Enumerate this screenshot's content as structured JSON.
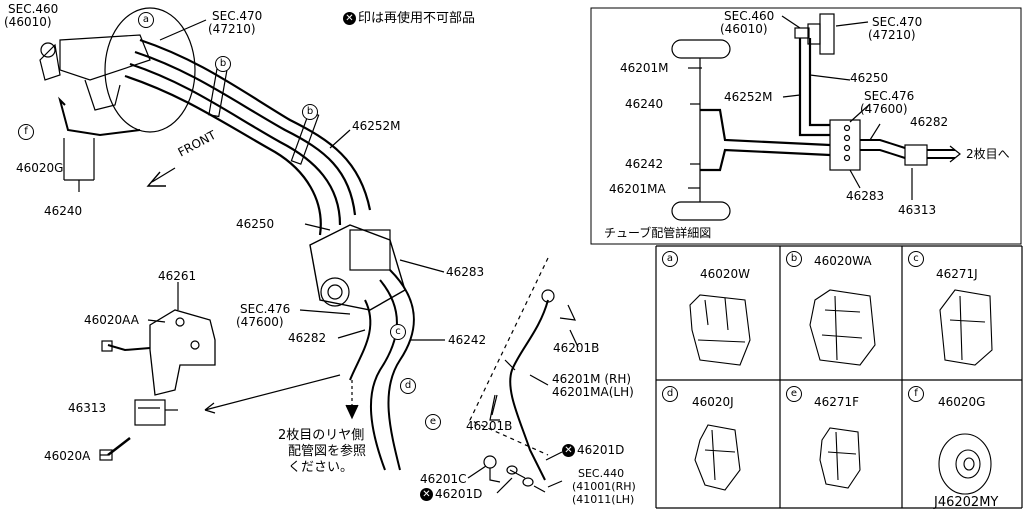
{
  "notice": {
    "mark": "✕",
    "text": "印は再使用不可部品"
  },
  "main": {
    "sec460": "SEC.460",
    "sec460_sub": "(46010)",
    "sec470": "SEC.470",
    "sec470_sub": "(47210)",
    "c46020G": "46020G",
    "c46240": "46240",
    "front": "FRONT",
    "c46252M": "46252M",
    "c46250": "46250",
    "c46283": "46283",
    "sec476": "SEC.476",
    "sec476_sub": "(47600)",
    "c46282": "46282",
    "c46242": "46242",
    "c46261": "46261",
    "c46020AA": "46020AA",
    "c46313": "46313",
    "c46020A": "46020A",
    "rear_note": [
      "2枚目のリヤ側",
      "配管図を参照",
      "ください。"
    ],
    "c46201B_a": "46201B",
    "c46201B_b": "46201B",
    "c46201M": "46201M (RH)",
    "c46201MA": "46201MA(LH)",
    "c46201D_a": "46201D",
    "c46201D_b": "46201D",
    "c46201C": "46201C",
    "sec440": "SEC.440",
    "sec440_rh": "(41001(RH)",
    "sec440_lh": "(41011(LH)",
    "part_code": "J46202MY"
  },
  "detail": {
    "sec460": "SEC.460",
    "sec460_sub": "(46010)",
    "sec470": "SEC.470",
    "sec470_sub": "(47210)",
    "c46201M": "46201M",
    "c46250": "46250",
    "c46240": "46240",
    "c46252M": "46252M",
    "sec476": "SEC.476",
    "sec476_sub": "(47600)",
    "c46282": "46282",
    "c46242": "46242",
    "second_page": "2枚目へ",
    "c46201MA": "46201MA",
    "c46283": "46283",
    "c46313": "46313",
    "caption": "チューブ配管詳細図"
  },
  "letters": [
    "a",
    "b",
    "c",
    "d",
    "e",
    "f"
  ],
  "cells": [
    {
      "letter": "a",
      "part": "46020W"
    },
    {
      "letter": "b",
      "part": "46020WA"
    },
    {
      "letter": "c",
      "part": "46271J"
    },
    {
      "letter": "d",
      "part": "46020J"
    },
    {
      "letter": "e",
      "part": "46271F"
    },
    {
      "letter": "f",
      "part": "46020G"
    }
  ]
}
